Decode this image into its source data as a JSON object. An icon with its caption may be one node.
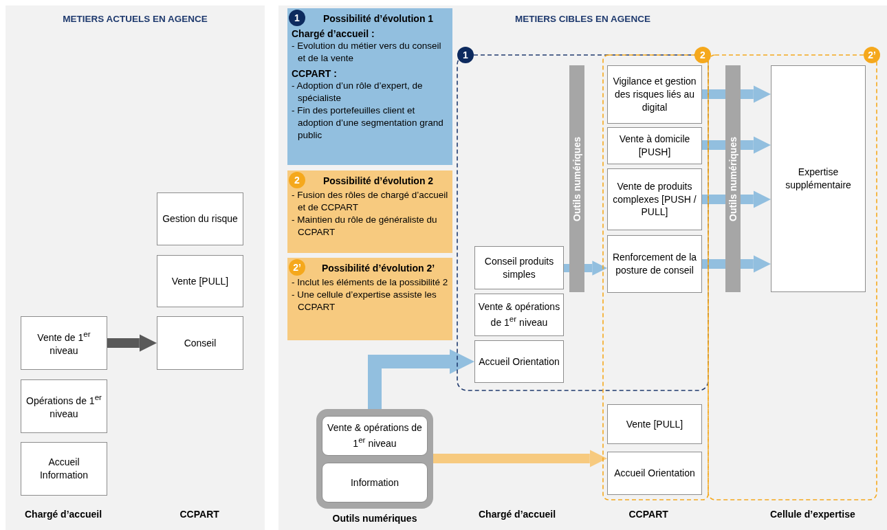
{
  "diagram": {
    "nodes": [
      {
        "text": [
          "METIERS ACTUELS EN AGENCE"
        ]
      },
      {
        "text": [
          "Gestion du risque"
        ],
        "in": 0
      },
      {
        "text": [
          "Vente [PULL]"
        ],
        "in": 0
      },
      {
        "text": [
          "Vente de 1$^{er}$ niveau"
        ],
        "in": 0
      },
      {
        "text": [
          "Conseil"
        ],
        "in": 0
      },
      {
        "text": [
          "Opérations de 1$^{er}$ niveau"
        ],
        "in": 0
      },
      {
        "text": [
          "Accueil Information"
        ],
        "in": 0
      },
      {
        "text": [
          "METIERS CIBLES EN AGENCE"
        ]
      },
      {
        "text": [
          "1",
          "Possibilité d’évolution 1",
          "Chargé d’accueil :",
          "- Evolution du métier vers du conseil et de la vente",
          "CCPART :",
          "- Adoption d’un rôle d’expert, de spécialiste",
          "- Fin des portefeuilles client et adoption d’une segmentation grand public"
        ],
        "in": 7
      },
      {
        "text": [
          "2",
          "Possibilité d’évolution 2",
          "- Fusion des rôles de chargé d’accueil et de CCPART",
          "- Maintien du rôle de généraliste du CCPART"
        ],
        "in": 7
      },
      {
        "text": [
          "2’",
          "Possibilité d’évolution 2’",
          "- Inclut les éléments de la possibilité 2",
          "- Une cellule d’expertise assiste les CCPART"
        ],
        "in": 7
      },
      {
        "text": [
          "1"
        ],
        "in": 7
      },
      {
        "text": [
          "2"
        ],
        "in": 7
      },
      {
        "text": [
          "2’"
        ],
        "in": 7
      },
      {
        "text": [
          "Conseil produits simples"
        ],
        "in": 11
      },
      {
        "text": [
          "Vente & opérations de 1$^{er}$ niveau"
        ],
        "in": 11
      },
      {
        "text": [
          "Accueil Orientation"
        ],
        "in": 11
      },
      {
        "text": [
          "Outils numériques"
        ],
        "in": 11
      },
      {
        "text": [
          "Vigilance et gestion des risques liés au digital"
        ]
      },
      {
        "text": [
          "Vente à domicile [PUSH]"
        ]
      },
      {
        "text": [
          "Vente de produits complexes [PUSH / PULL]"
        ]
      },
      {
        "text": [
          "Renforcement de la posture de conseil"
        ]
      },
      {
        "text": [
          "Vente [PULL]"
        ],
        "in": 12
      },
      {
        "text": [
          "Accueil Orientation"
        ],
        "in": 12
      },
      {
        "text": [
          "Outils numériques"
        ],
        "in": 13
      },
      {
        "text": [
          "Expertise supplémentaire"
        ],
        "in": 13
      },
      {
        "text": [
          "Outils numériques"
        ],
        "in": 7
      },
      {
        "text": [
          "Vente & opérations de 1$^{er}$ niveau"
        ],
        "in": 26
      },
      {
        "text": [
          "Information"
        ],
        "in": 26
      }
    ],
    "edges": [
      {
        "from": 3,
        "to": 4,
        "arrow": "to",
        "color": "#595959"
      },
      {
        "from": 26,
        "to": 16,
        "arrow": "to"
      },
      {
        "from": 26,
        "to": 23,
        "arrow": "to",
        "color": "#f7ca7f"
      },
      {
        "from": 14,
        "to": 17,
        "arrow": "none"
      },
      {
        "from": 17,
        "to": 21,
        "arrow": "to"
      },
      {
        "from": 18,
        "to": 24,
        "arrow": "none"
      },
      {
        "from": 24,
        "to": 25,
        "arrow": "to"
      },
      {
        "from": 19,
        "to": 24,
        "arrow": "none"
      },
      {
        "from": 24,
        "to": 25,
        "arrow": "to"
      },
      {
        "from": 20,
        "to": 24,
        "arrow": "none"
      },
      {
        "from": 24,
        "to": 25,
        "arrow": "to"
      },
      {
        "from": 21,
        "to": 24,
        "arrow": "none"
      },
      {
        "from": 24,
        "to": 25,
        "arrow": "to"
      }
    ],
    "labels": [
      "Chargé d’accueil",
      "CCPART",
      "Chargé d’accueil",
      "CCPART",
      "Cellule d’expertise"
    ]
  }
}
